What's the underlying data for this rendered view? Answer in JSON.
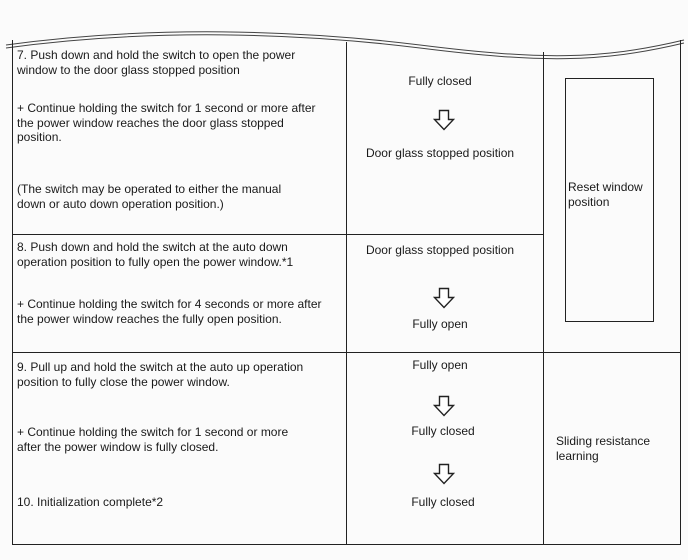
{
  "rows": [
    {
      "step": "7. Push down and hold the switch to open the power\nwindow to the door glass stopped position",
      "cont": "+ Continue holding the switch for 1 second or more after\nthe power window reaches the door glass stopped\nposition.",
      "note": "(The  switch may be operated to either the manual\ndown or auto down operation position.)",
      "states": [
        "Fully closed",
        "Door glass stopped position"
      ]
    },
    {
      "step": "8. Push down and hold the switch at the auto down\noperation position to fully open the power window.*1",
      "cont": "+ Continue holding the switch for 4 seconds or more after\nthe power window reaches the fully open position.",
      "states": [
        "Door glass stopped position",
        "Fully open"
      ]
    },
    {
      "step": "9. Pull up and hold the switch at the auto up operation\nposition to fully close the power window.",
      "cont": "+ Continue holding the switch for 1 second or more\nafter the power window is fully closed.",
      "final": "10. Initialization complete*2",
      "states": [
        "Fully open",
        "Fully closed",
        "Fully closed"
      ]
    }
  ],
  "phases": {
    "reset": "Reset window\nposition",
    "sliding": "Sliding resistance\nlearning"
  }
}
